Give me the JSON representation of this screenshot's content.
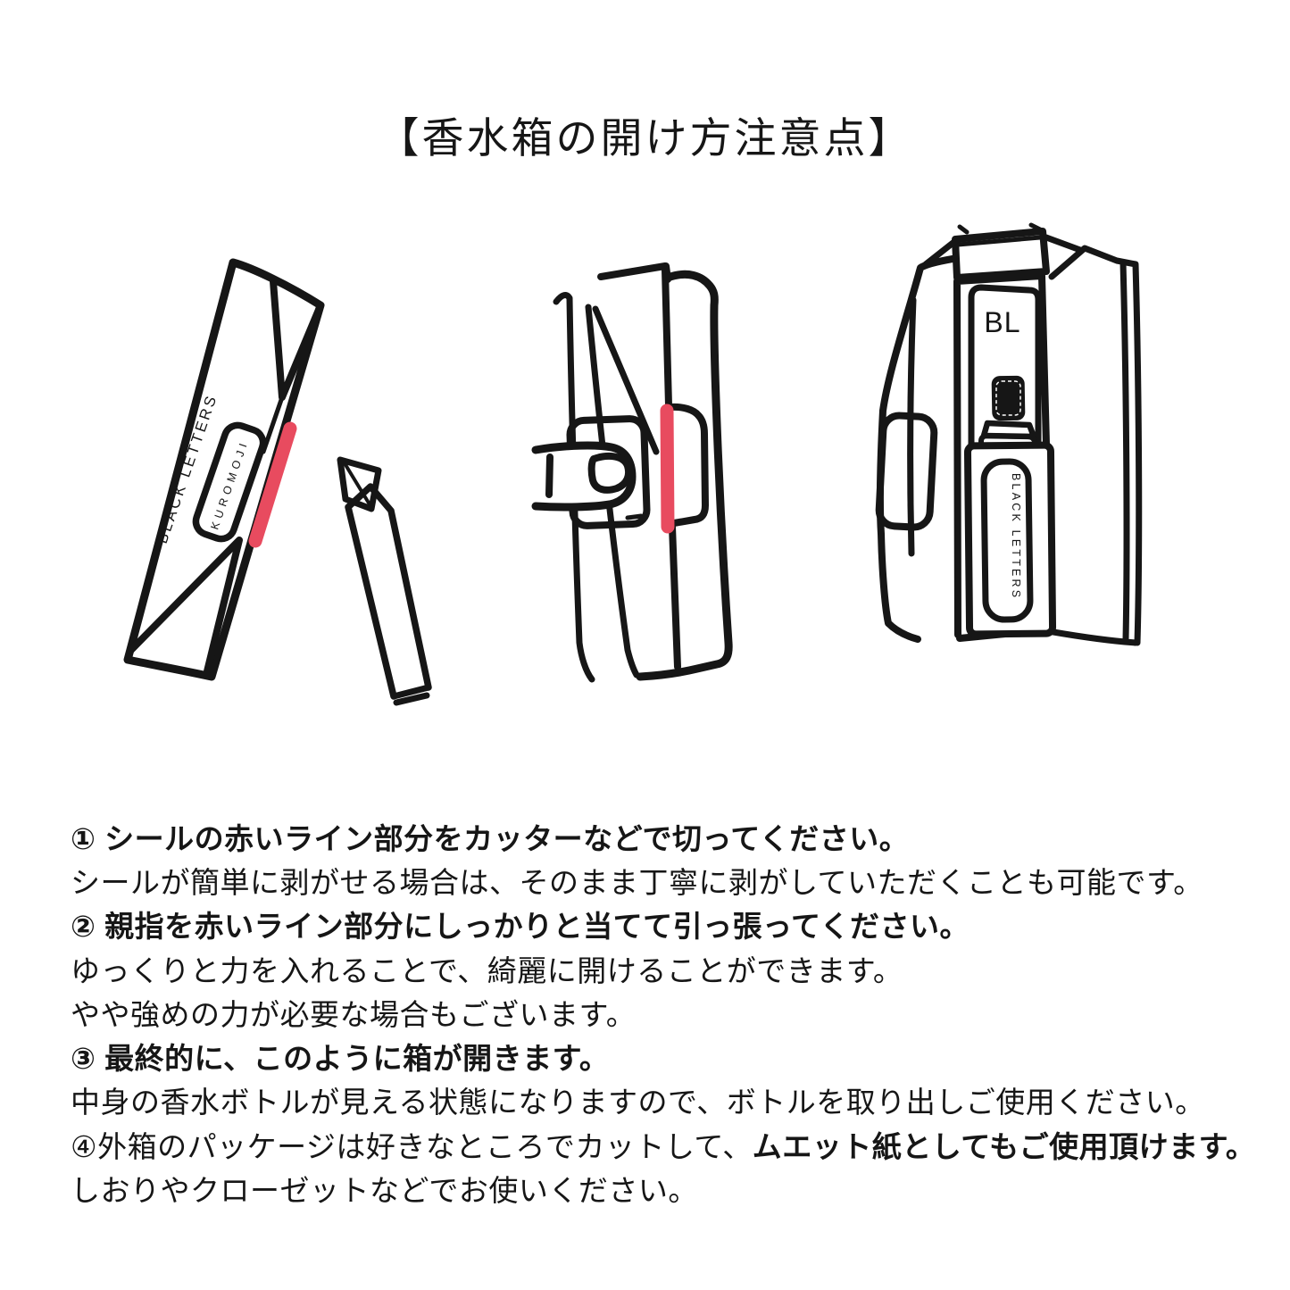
{
  "page": {
    "background": "#ffffff",
    "ink_color": "#161616",
    "accent_red": "#e84b5f"
  },
  "title": "【香水箱の開け方注意点】",
  "illustrations": {
    "step1": {
      "description": "sealed slim package with red seal line and cutter knife",
      "box_side_label": "BLACK LETTERS",
      "box_tag_label": "KUROMOJI"
    },
    "step2": {
      "description": "thumb tab pulling open the box along the red line"
    },
    "step3": {
      "description": "opened box showing perfume bottle inside",
      "monogram": "BL",
      "bottle_label": "BLACK LETTERS"
    }
  },
  "instructions": {
    "lines": [
      {
        "segments": [
          {
            "text": "① シールの赤いライン部分をカッターなどで切ってください。",
            "bold": true
          }
        ]
      },
      {
        "segments": [
          {
            "text": "シールが簡単に剥がせる場合は、そのまま丁寧に剥がしていただくことも可能です。",
            "bold": false
          }
        ]
      },
      {
        "segments": [
          {
            "text": "② 親指を赤いライン部分にしっかりと当てて引っ張ってください。",
            "bold": true
          }
        ]
      },
      {
        "segments": [
          {
            "text": "ゆっくりと力を入れることで、綺麗に開けることができます。",
            "bold": false
          }
        ]
      },
      {
        "segments": [
          {
            "text": "やや強めの力が必要な場合もございます。",
            "bold": false
          }
        ]
      },
      {
        "segments": [
          {
            "text": "③ 最終的に、このように箱が開きます。",
            "bold": true
          }
        ]
      },
      {
        "segments": [
          {
            "text": "中身の香水ボトルが見える状態になりますので、ボトルを取り出しご使用ください。",
            "bold": false
          }
        ]
      },
      {
        "segments": [
          {
            "text": "④外箱のパッケージは好きなところでカットして、",
            "bold": false
          },
          {
            "text": "ムエット紙としてもご使用頂けます。",
            "bold": true
          }
        ]
      },
      {
        "segments": [
          {
            "text": "しおりやクローゼットなどでお使いください。",
            "bold": false
          }
        ]
      }
    ]
  }
}
